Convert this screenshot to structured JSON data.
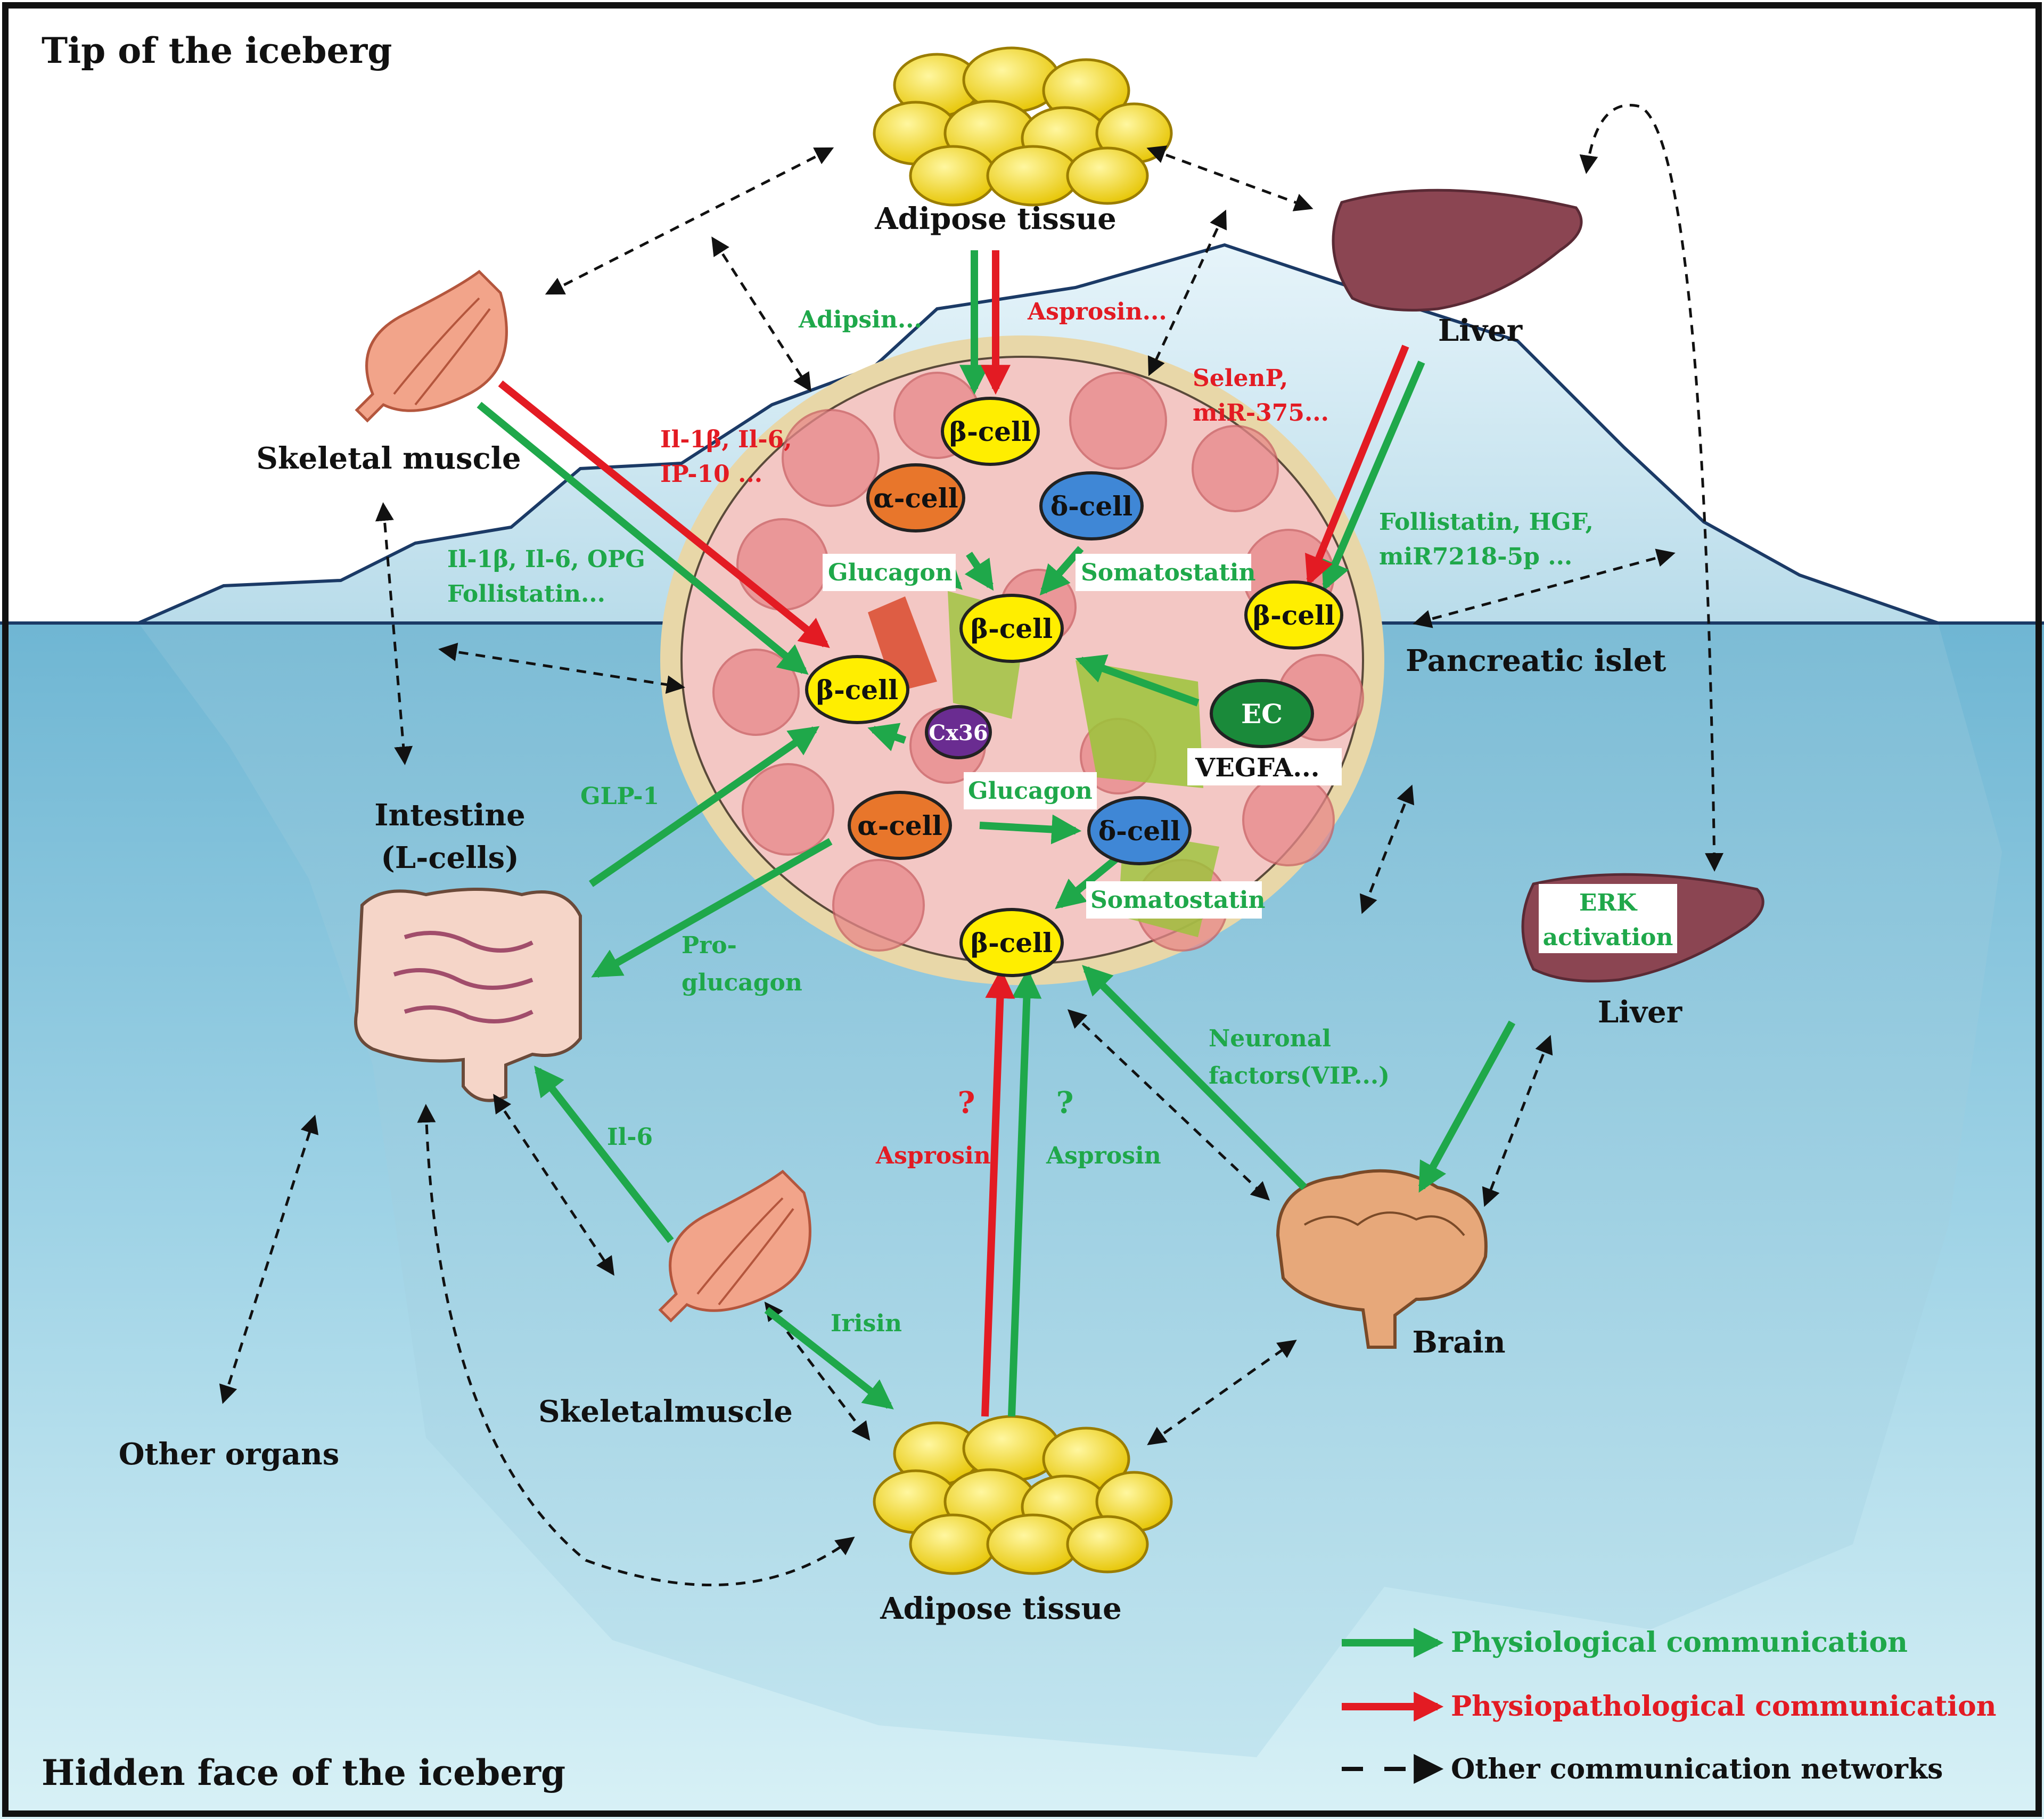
{
  "sections": {
    "top": "Tip of the iceberg",
    "bottom": "Hidden  face of the iceberg"
  },
  "organs": {
    "adipose_top": "Adipose  tissue",
    "liver_top": "Liver",
    "muscle_top": "Skeletal muscle",
    "islet": "Pancreatic islet",
    "intestine_1": "Intestine",
    "intestine_2": "(L-cells)",
    "liver_bottom": "Liver",
    "brain": "Brain",
    "muscle_bottom": "Skeletalmuscle",
    "adipose_bottom": "Adipose  tissue",
    "other": "Other organs"
  },
  "cells": {
    "beta": "β-cell",
    "alpha": "α-cell",
    "delta": "δ-cell",
    "ec": "EC",
    "cx36": "Cx36"
  },
  "factors": {
    "adipsin": "Adipsin...",
    "asprosin_top": "Asprosin...",
    "selenp": "SelenP,",
    "mir375": "miR-375...",
    "il_red_1": "Il-1β, Il-6,",
    "il_red_2": "IP-10 ...",
    "il_green_1": "Il-1β, Il-6, OPG",
    "il_green_2": "Follistatin...",
    "follistatin_1": "Follistatin, HGF,",
    "follistatin_2": "miR7218-5p ...",
    "glucagon_1": "Glucagon",
    "somatostatin_1": "Somatostatin",
    "vegfa": "VEGFA...",
    "glucagon_2": "Glucagon",
    "somatostatin_2": "Somatostatin",
    "glp1": "GLP-1",
    "proglucagon_1": "Pro-",
    "proglucagon_2": "glucagon",
    "erk_1": "ERK",
    "erk_2": "activation",
    "neuronal_1": "Neuronal",
    "neuronal_2": "factors(VIP...)",
    "il6": "Il-6",
    "question_red": "?",
    "asprosin_red": "Asprosin",
    "question_green": "?",
    "asprosin_green": "Asprosin",
    "irisin": "Irisin"
  },
  "legend": {
    "physiological": "Physiological communication",
    "physiopathological": "Physiopathological  communication",
    "other": "Other communication  networks"
  },
  "colors": {
    "physiological": "#1fa84a",
    "physiopathological": "#e31b23",
    "network": "#111111",
    "water": "#a9d8e8",
    "beta": "#ffee00",
    "alpha": "#e8762b",
    "delta": "#3f87d6",
    "ec": "#1a8a3a",
    "cx36": "#6a2c91"
  }
}
